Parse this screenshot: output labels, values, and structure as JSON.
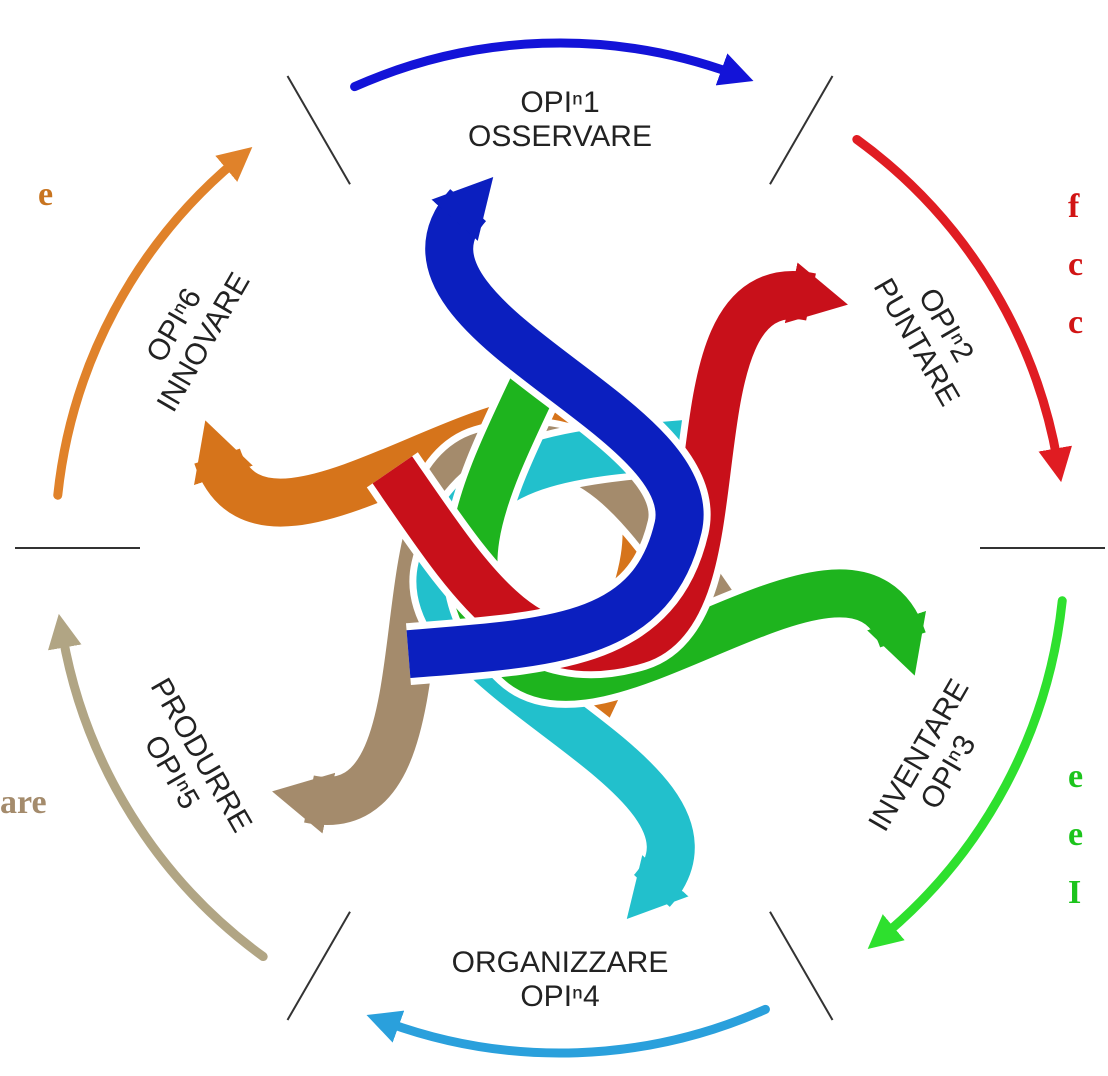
{
  "segments": [
    {
      "id": "1",
      "line1": "OPIⁿ1",
      "line2": "OSSERVARE",
      "color": "#0b1fbf"
    },
    {
      "id": "2",
      "line1": "OPIⁿ2",
      "line2": "PUNTARE",
      "color": "#c8101a"
    },
    {
      "id": "3",
      "line1": "INVENTARE",
      "line2": "OPIⁿ3",
      "color": "#1eb41e"
    },
    {
      "id": "4",
      "line1": "ORGANIZZARE",
      "line2": "OPIⁿ4",
      "color": "#22c0cc"
    },
    {
      "id": "5",
      "line1": "PRODURRE",
      "line2": "OPIⁿ5",
      "color": "#a48b6c"
    },
    {
      "id": "6",
      "line1": "OPIⁿ6",
      "line2": "INNOVARE",
      "color": "#d6741b"
    }
  ],
  "outer_arrow_colors": [
    "#1313d8",
    "#e01c22",
    "#2ee02e",
    "#2aa0dc",
    "#b1a584",
    "#e0822a"
  ],
  "side_text": {
    "left_top": {
      "text": "e",
      "color": "#c8741f"
    },
    "left_bottom": {
      "text": "are",
      "color": "#a48b6c"
    },
    "right_top": {
      "lines": [
        "f",
        "c",
        "c"
      ],
      "color": "#d11414"
    },
    "right_bottom": {
      "lines": [
        "e",
        "e",
        "I"
      ],
      "color": "#1cc41c"
    }
  }
}
